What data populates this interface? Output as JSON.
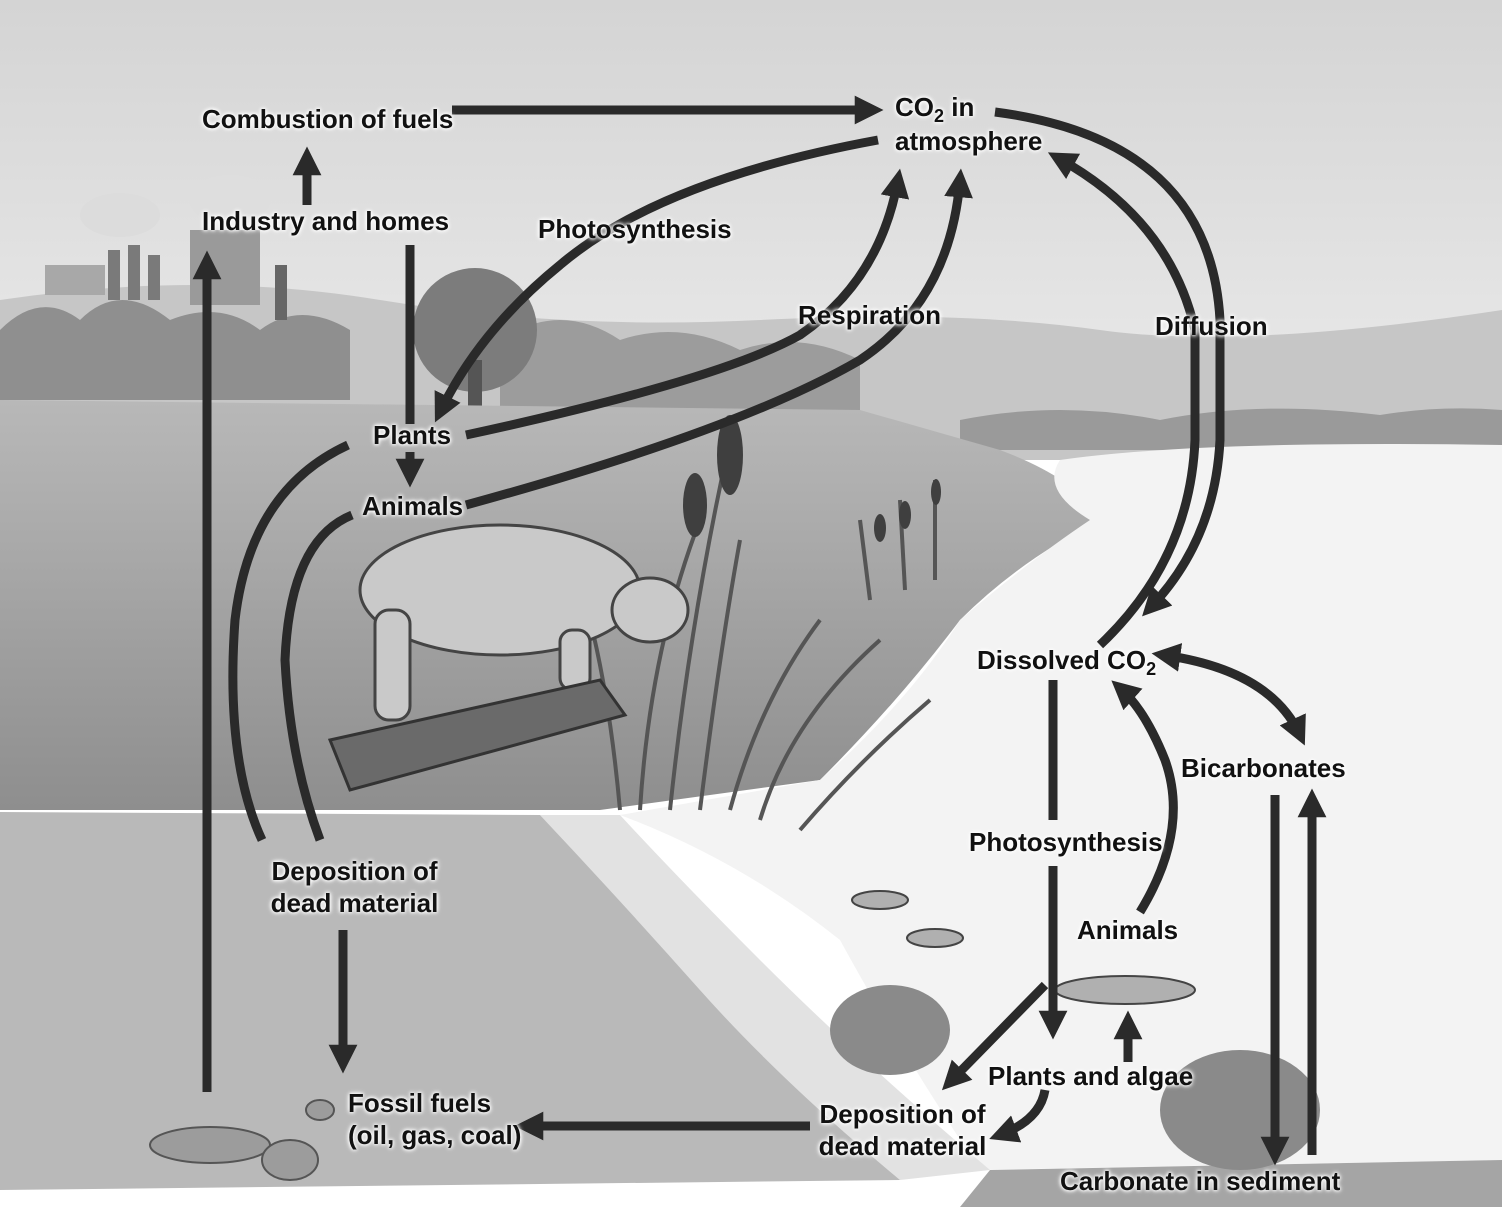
{
  "labels": {
    "combustion": "Combustion of fuels",
    "industry": "Industry and homes",
    "co2_atm_main": "CO",
    "co2_atm_sub": "2",
    "co2_atm_tail": " in",
    "co2_atm_line2": "atmosphere",
    "photosynthesis_land": "Photosynthesis",
    "respiration": "Respiration",
    "diffusion": "Diffusion",
    "plants": "Plants",
    "animals_land": "Animals",
    "dissolved_main": "Dissolved CO",
    "dissolved_sub": "2",
    "bicarbonates": "Bicarbonates",
    "photosynthesis_water": "Photosynthesis",
    "animals_water": "Animals",
    "deposition_land_line1": "Deposition of",
    "deposition_land_line2": "dead material",
    "fossil_line1": "Fossil fuels",
    "fossil_line2": "(oil, gas, coal)",
    "plants_algae": "Plants and algae",
    "deposition_water_line1": "Deposition of",
    "deposition_water_line2": "dead material",
    "carbonate": "Carbonate in sediment"
  },
  "colors": {
    "arrow": "#2a2a2a",
    "sky": "#e6e6e6",
    "ground": "#b5b5b5",
    "water": "#f2f2f2",
    "grass": "#8a8a8a"
  }
}
